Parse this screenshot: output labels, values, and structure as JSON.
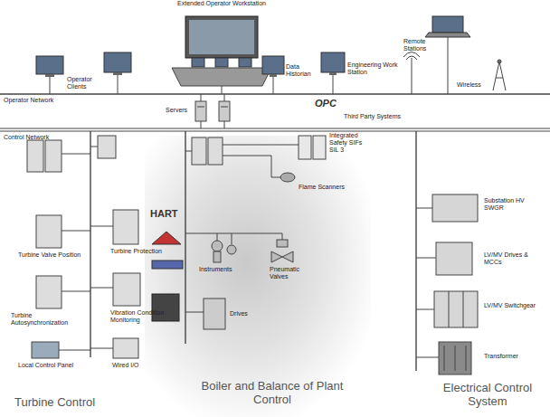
{
  "diagram": {
    "labels": [
      "Extended Operator Workstation",
      "Remote Stations",
      "Operator Clients",
      "Data Historian",
      "Engineering Work Station",
      "Wireless",
      "Operator Network",
      "Servers",
      "OPC",
      "Third Party Systems",
      "Control Network",
      "Integrated Safety SIFs SIL 3",
      "Flame Scanners",
      "HART",
      "Turbine Valve Position",
      "Turbine Protection",
      "Instruments",
      "Pneumatic Valves",
      "Turbine Autosynchronization",
      "Vibration Condition Monitoring",
      "Drives",
      "Local Control Panel",
      "Wired I/O",
      "Substation HV SWGR",
      "LV/MV Drives & MCCs",
      "LV/MV Switchgear",
      "Transformer",
      "Turbine Control",
      "Boiler and Balance of Plant Control",
      "Electrical Control System"
    ]
  }
}
